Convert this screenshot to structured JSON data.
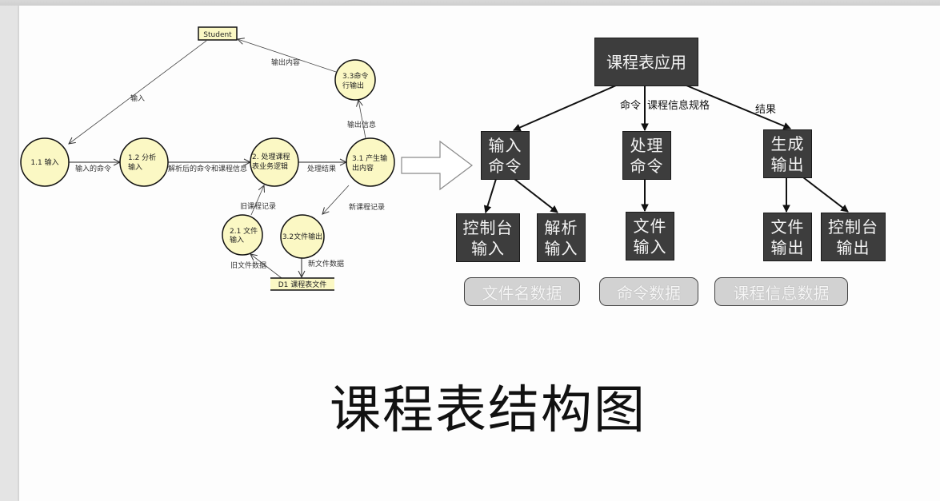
{
  "dfd": {
    "external_entity": "Student",
    "processes": {
      "p11": [
        "1.1 输入"
      ],
      "p12": [
        "1.2 分析",
        "输入"
      ],
      "p2": [
        "2. 处理课程",
        "表业务逻辑"
      ],
      "p31": [
        "3.1 产生输",
        "出内容"
      ],
      "p33": [
        "3.3命令",
        "行输出"
      ],
      "p21": [
        "2.1 文件",
        "输入"
      ],
      "p32": [
        "3.2文件输出"
      ]
    },
    "data_store": "D1 课程表文件",
    "flows": {
      "input": "输入",
      "output_content": "输出内容",
      "output_info": "输出信息",
      "input_command": "输入的命令",
      "parsed": "解析后的命令和课程信息",
      "process_result": "处理结果",
      "old_record": "旧课程记录",
      "new_record": "新课程记录",
      "old_file_data": "旧文件数据",
      "new_file_data": "新文件数据"
    }
  },
  "structure": {
    "root": "课程表应用",
    "edge_labels": {
      "command": "命令",
      "course_spec": "课程信息规格",
      "result": "结果"
    },
    "modules": {
      "input_cmd": [
        "输入",
        "命令"
      ],
      "process_cmd": [
        "处理",
        "命令"
      ],
      "gen_output": [
        "生成",
        "输出"
      ],
      "console_input": [
        "控制台",
        "输入"
      ],
      "parse_input": [
        "解析",
        "输入"
      ],
      "file_input": [
        "文件",
        "输入"
      ],
      "file_output": [
        "文件",
        "输出"
      ],
      "console_output": [
        "控制台",
        "输出"
      ]
    },
    "data_pills": [
      "文件名数据",
      "命令数据",
      "课程信息数据"
    ]
  },
  "title": "课程表结构图",
  "colors": {
    "bubble_fill": "#fbf8c4",
    "box_fill": "#3d3d3d",
    "pill_fill": "#d2d2d2"
  }
}
